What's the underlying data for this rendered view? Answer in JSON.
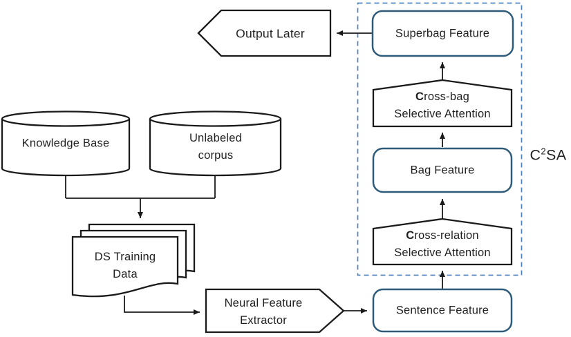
{
  "diagram": {
    "side_label": {
      "c": "C",
      "sup": "2",
      "sa": "SA"
    },
    "nodes": {
      "knowledge_base": {
        "label": "Knowledge Base"
      },
      "unlabeled_corpus": {
        "line1": "Unlabeled",
        "line2": "corpus"
      },
      "ds_training_data": {
        "line1": "DS Training",
        "line2": "Data"
      },
      "neural_feature_extractor": {
        "line1": "Neural Feature",
        "line2": "Extractor"
      },
      "output_later": {
        "label": "Output Later"
      },
      "sentence_feature": {
        "label": "Sentence Feature"
      },
      "cross_relation_attention": {
        "line1_bold": "C",
        "line1_rest": "ross-relation",
        "line2": "Selective Attention"
      },
      "bag_feature": {
        "label": "Bag Feature"
      },
      "cross_bag_attention": {
        "line1_bold": "C",
        "line1_rest": "ross-bag",
        "line2": "Selective Attention"
      },
      "superbag_feature": {
        "label": "Superbag Feature"
      }
    },
    "colors": {
      "blue_node_border": "#2e5b7a",
      "dashed_frame": "#4f81bd",
      "line": "#1a1a1a",
      "text": "#1f1f1f",
      "fill": "#ffffff"
    }
  }
}
